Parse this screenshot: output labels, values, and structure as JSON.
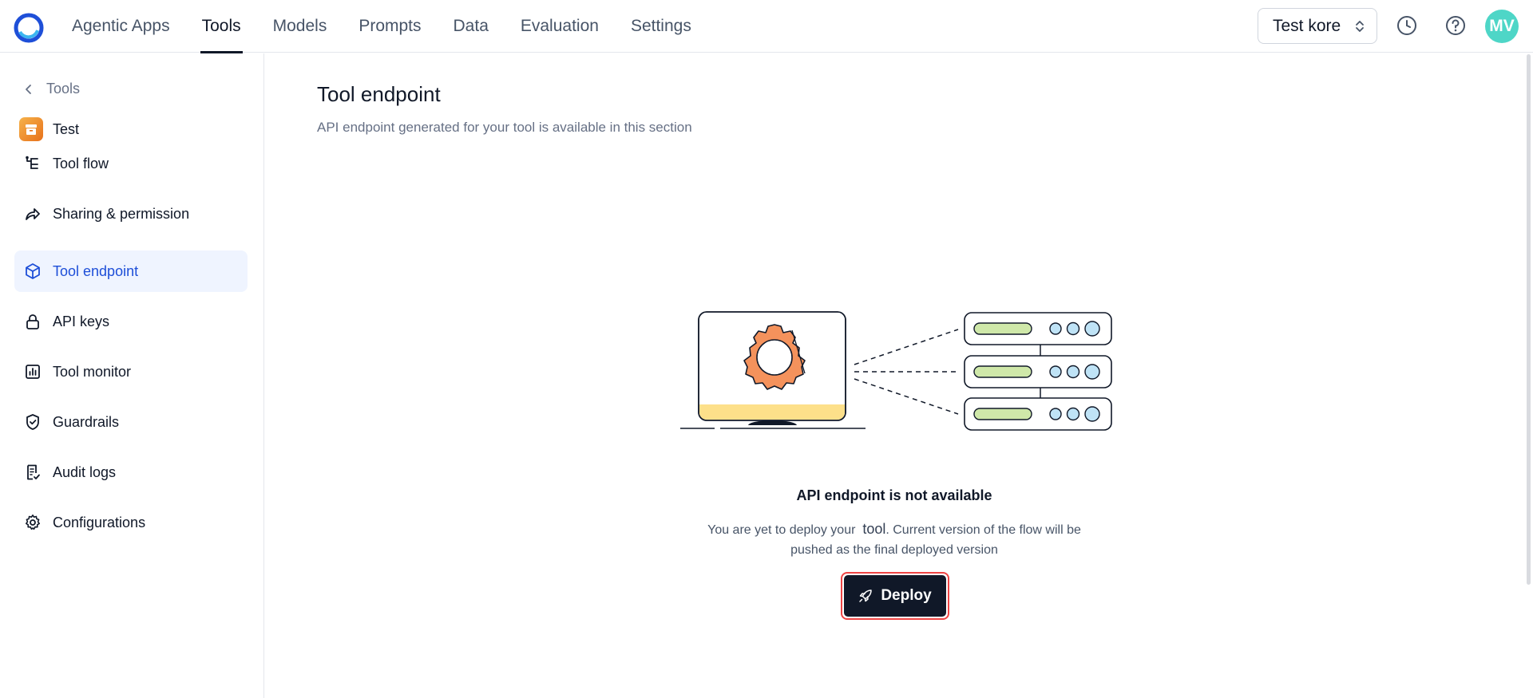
{
  "nav": {
    "tabs": [
      {
        "label": "Agentic Apps"
      },
      {
        "label": "Tools"
      },
      {
        "label": "Models"
      },
      {
        "label": "Prompts"
      },
      {
        "label": "Data"
      },
      {
        "label": "Evaluation"
      },
      {
        "label": "Settings"
      }
    ],
    "active_tab": "Tools",
    "account_label": "Test kore",
    "avatar_initials": "MV"
  },
  "sidebar": {
    "back_label": "Tools",
    "tool_name": "Test",
    "items": [
      {
        "label": "Tool flow",
        "icon": "flow-icon"
      },
      {
        "label": "Sharing & permission",
        "icon": "share-icon"
      },
      {
        "label": "Tool endpoint",
        "icon": "cube-icon",
        "active": true
      },
      {
        "label": "API keys",
        "icon": "lock-icon"
      },
      {
        "label": "Tool monitor",
        "icon": "chart-icon"
      },
      {
        "label": "Guardrails",
        "icon": "shield-icon"
      },
      {
        "label": "Audit logs",
        "icon": "log-icon"
      },
      {
        "label": "Configurations",
        "icon": "gear-icon"
      }
    ]
  },
  "main": {
    "title": "Tool endpoint",
    "subtitle": "API endpoint generated for your tool is available in this section",
    "empty_title": "API endpoint is not available",
    "empty_text_1": "You are yet to deploy your",
    "empty_text_highlight": "tool",
    "empty_text_2": ". Current version of the flow will be pushed as the final deployed version",
    "deploy_label": "Deploy"
  },
  "colors": {
    "accent": "#1d4ed8",
    "active_bg": "#eff4ff",
    "button_bg": "#101828",
    "focus_ring": "#ef4444",
    "avatar": "#4ed6c7"
  }
}
